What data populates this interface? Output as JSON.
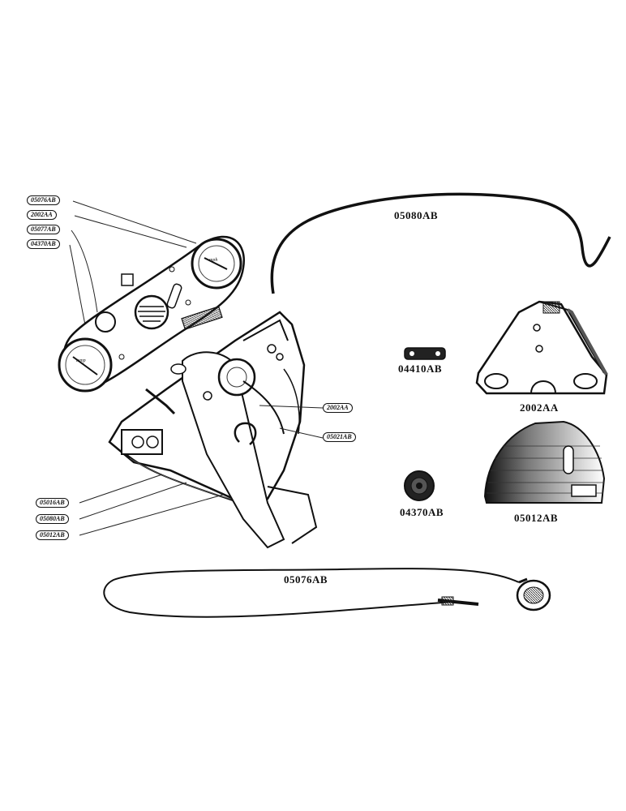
{
  "parts": {
    "cable_top": "05080AB",
    "clip": "04410AB",
    "bracket": "2002AA",
    "grommet": "04370AB",
    "cover": "05012AB",
    "cable_bottom": "05076AB"
  },
  "callouts": {
    "left_1": "05076AB",
    "left_2": "2002AA",
    "left_3": "05077AB",
    "left_4": "04370AB",
    "right_1": "2002AA",
    "right_2": "05021AB",
    "bottom_1": "05016AB",
    "bottom_2": "05080AB",
    "bottom_3": "05012AB"
  }
}
